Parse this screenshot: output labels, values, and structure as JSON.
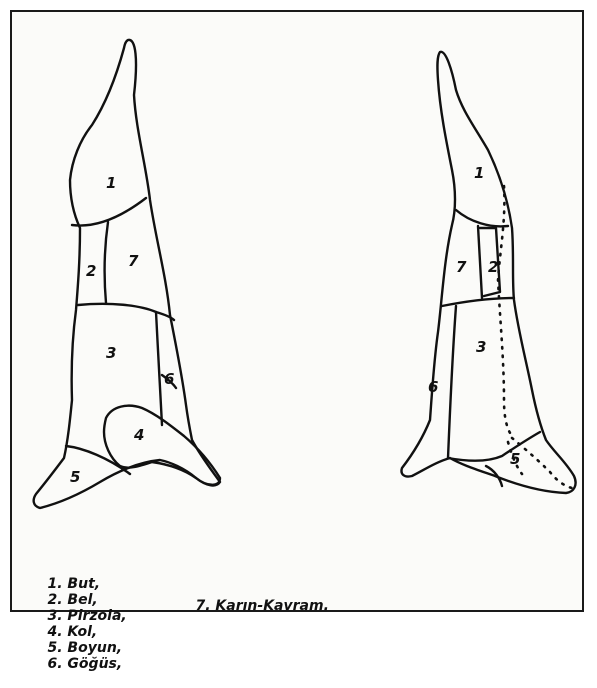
{
  "diagram": {
    "left_carcass": {
      "region_numbers": [
        "1",
        "2",
        "7",
        "3",
        "6",
        "4",
        "5"
      ]
    },
    "right_carcass": {
      "region_numbers": [
        "1",
        "2",
        "7",
        "3",
        "6",
        "5"
      ]
    }
  },
  "legend": {
    "line1": [
      "1. But,",
      "2. Bel,",
      "3. Pirzola,",
      "4. Kol,",
      "5. Boyun,",
      "6. Göğüs,"
    ],
    "line2": [
      "7. Karın-Kavram."
    ]
  }
}
